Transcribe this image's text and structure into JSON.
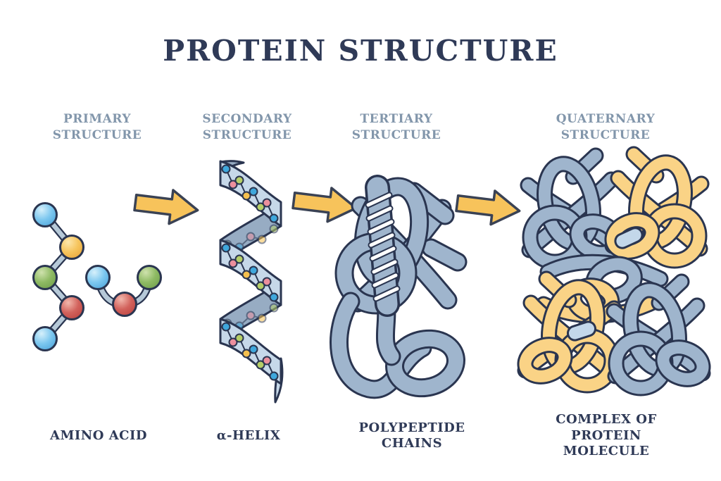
{
  "title": "PROTEIN STRUCTURE",
  "columns": [
    {
      "id": "primary",
      "header": "PRIMARY STRUCTURE",
      "caption": "AMINO ACID"
    },
    {
      "id": "secondary",
      "header": "SECONDARY STRUCTURE",
      "caption": "α-HELIX"
    },
    {
      "id": "tertiary",
      "header": "TERTIARY STRUCTURE",
      "caption": "POLYPEPTIDE CHAINS"
    },
    {
      "id": "quaternary",
      "header": "QUATERNARY STRUCTURE",
      "caption": "COMPLEX OF PROTEIN MOLECULE"
    }
  ],
  "icons": {
    "step_arrow": "arrow-right"
  },
  "theme": {
    "background": "#ffffff",
    "title-color": "#2f3a57",
    "header-color": "#8296ab",
    "caption-color": "#2f3a57",
    "outline": "#2a3550",
    "arrow-fill": "#f7c35b",
    "arrow-outline": "#3a4254",
    "rod": "#b6c9d8",
    "ball-blue": "#7cc7ef",
    "ball-yellow": "#f6c45c",
    "ball-green": "#8eba63",
    "ball-red": "#d2625c",
    "ribbon-front": "#c6d8e9",
    "ribbon-back": "#97acc3",
    "bead-blue": "#3fa7dc",
    "bead-pink": "#ec8f9d",
    "bead-green": "#b5ce67",
    "bead-yellow": "#f5c04e",
    "tube-blue": "#9fb5cd",
    "tube-yellow": "#fad386",
    "capsule": "#c3d7ea"
  }
}
